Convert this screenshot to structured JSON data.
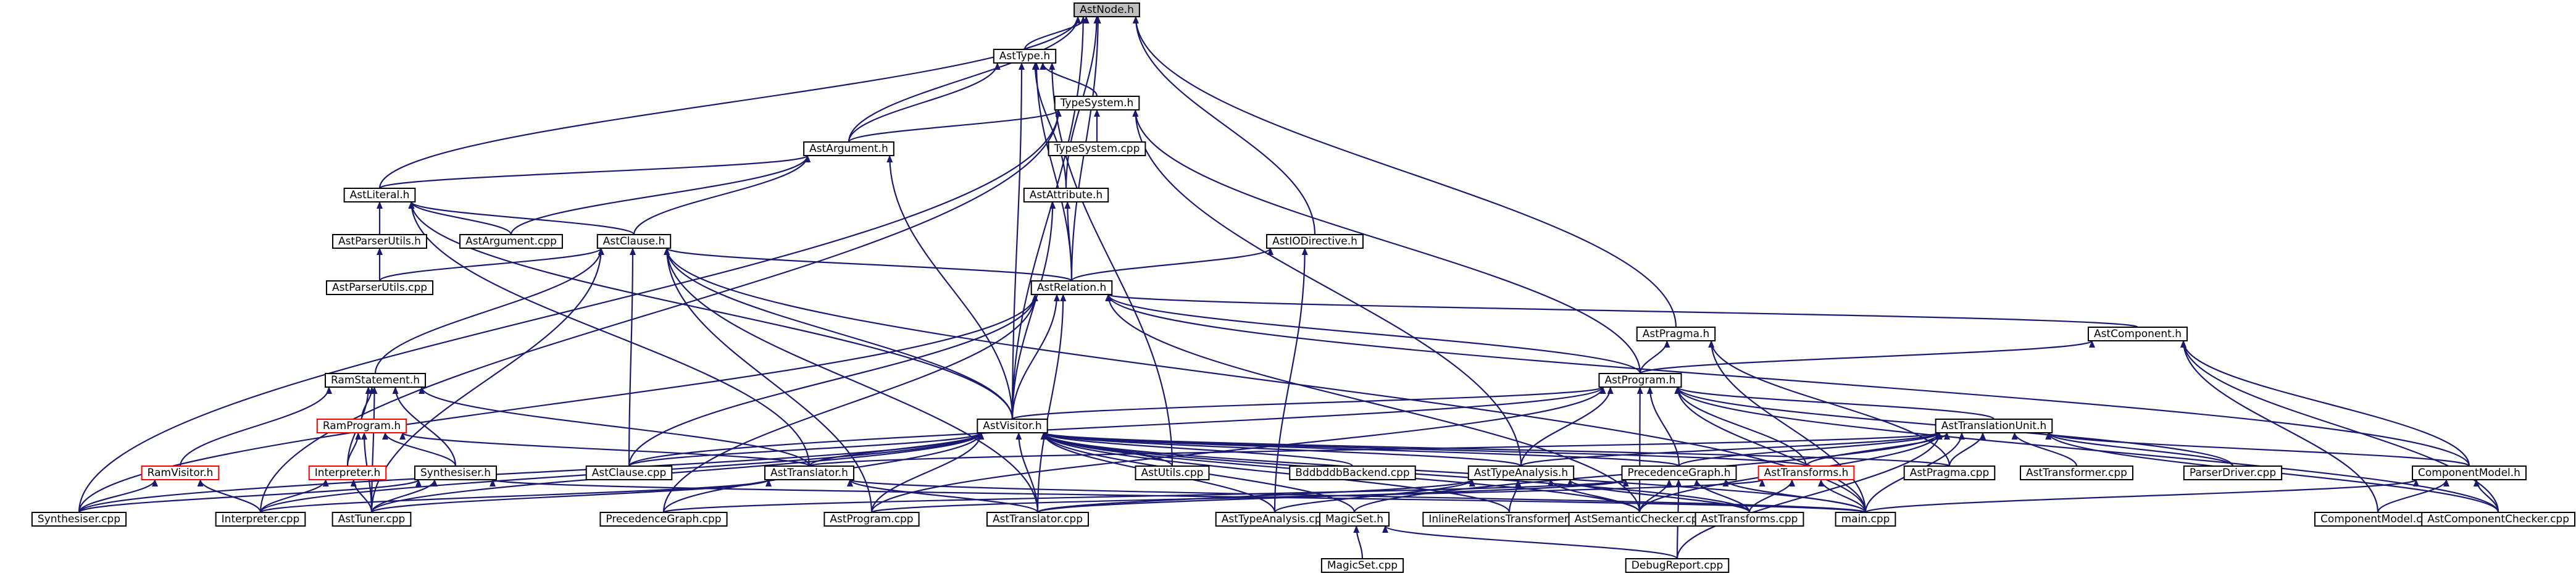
{
  "graph": {
    "nodes": [
      {
        "id": "AstNode",
        "label": "AstNode.h",
        "root": true
      },
      {
        "id": "AstType",
        "label": "AstType.h"
      },
      {
        "id": "TypeSystem",
        "label": "TypeSystem.h"
      },
      {
        "id": "TypeSystemCpp",
        "label": "TypeSystem.cpp"
      },
      {
        "id": "AstArgument",
        "label": "AstArgument.h"
      },
      {
        "id": "AstLiteral",
        "label": "AstLiteral.h"
      },
      {
        "id": "AstArgumentCpp",
        "label": "AstArgument.cpp"
      },
      {
        "id": "AstParserUtils",
        "label": "AstParserUtils.h"
      },
      {
        "id": "AstParserUtilsCpp",
        "label": "AstParserUtils.cpp"
      },
      {
        "id": "AstClause",
        "label": "AstClause.h"
      },
      {
        "id": "AstAttribute",
        "label": "AstAttribute.h"
      },
      {
        "id": "AstIODirective",
        "label": "AstIODirective.h"
      },
      {
        "id": "AstRelation",
        "label": "AstRelation.h"
      },
      {
        "id": "AstPragma",
        "label": "AstPragma.h"
      },
      {
        "id": "AstComponent",
        "label": "AstComponent.h"
      },
      {
        "id": "AstProgram",
        "label": "AstProgram.h"
      },
      {
        "id": "RamStatement",
        "label": "RamStatement.h"
      },
      {
        "id": "RamProgram",
        "label": "RamProgram.h",
        "red": true
      },
      {
        "id": "AstVisitor",
        "label": "AstVisitor.h"
      },
      {
        "id": "AstTranslationUnit",
        "label": "AstTranslationUnit.h"
      },
      {
        "id": "RamVisitor",
        "label": "RamVisitor.h",
        "red": true
      },
      {
        "id": "Interpreter",
        "label": "Interpreter.h",
        "red": true
      },
      {
        "id": "Synthesiser",
        "label": "Synthesiser.h"
      },
      {
        "id": "AstClauseCpp",
        "label": "AstClause.cpp"
      },
      {
        "id": "AstTranslator",
        "label": "AstTranslator.h"
      },
      {
        "id": "AstUtilsCpp",
        "label": "AstUtils.cpp"
      },
      {
        "id": "BddbddbBackend",
        "label": "BddbddbBackend.cpp"
      },
      {
        "id": "AstTypeAnalysis",
        "label": "AstTypeAnalysis.h"
      },
      {
        "id": "PrecedenceGraph",
        "label": "PrecedenceGraph.h"
      },
      {
        "id": "AstTransforms",
        "label": "AstTransforms.h",
        "red": true
      },
      {
        "id": "AstPragmaCpp",
        "label": "AstPragma.cpp"
      },
      {
        "id": "AstTransformerCpp",
        "label": "AstTransformer.cpp"
      },
      {
        "id": "ParserDriverCpp",
        "label": "ParserDriver.cpp"
      },
      {
        "id": "ComponentModel",
        "label": "ComponentModel.h"
      },
      {
        "id": "SynthesiserCpp",
        "label": "Synthesiser.cpp"
      },
      {
        "id": "InterpreterCpp",
        "label": "Interpreter.cpp"
      },
      {
        "id": "AstTunerCpp",
        "label": "AstTuner.cpp"
      },
      {
        "id": "PrecedenceGraphCpp",
        "label": "PrecedenceGraph.cpp"
      },
      {
        "id": "AstProgramCpp",
        "label": "AstProgram.cpp"
      },
      {
        "id": "AstTranslatorCpp",
        "label": "AstTranslator.cpp"
      },
      {
        "id": "AstTypeAnalysisCpp",
        "label": "AstTypeAnalysis.cpp"
      },
      {
        "id": "MagicSet",
        "label": "MagicSet.h"
      },
      {
        "id": "InlineRelationsTransformer",
        "label": "InlineRelationsTransformer.cpp"
      },
      {
        "id": "AstSemanticCheckerCpp",
        "label": "AstSemanticChecker.cpp"
      },
      {
        "id": "AstTransformsCpp",
        "label": "AstTransforms.cpp"
      },
      {
        "id": "MainCpp",
        "label": "main.cpp"
      },
      {
        "id": "ComponentModelCpp",
        "label": "ComponentModel.cpp"
      },
      {
        "id": "AstComponentCheckerCpp",
        "label": "AstComponentChecker.cpp"
      },
      {
        "id": "MagicSetCpp",
        "label": "MagicSet.cpp"
      },
      {
        "id": "DebugReportCpp",
        "label": "DebugReport.cpp"
      }
    ],
    "edges": [
      [
        "AstNode",
        "AstType"
      ],
      [
        "AstNode",
        "AstArgument"
      ],
      [
        "AstNode",
        "AstLiteral"
      ],
      [
        "AstNode",
        "AstAttribute"
      ],
      [
        "AstNode",
        "AstRelation"
      ],
      [
        "AstNode",
        "AstIODirective"
      ],
      [
        "AstNode",
        "AstPragma"
      ],
      [
        "AstNode",
        "AstVisitor"
      ],
      [
        "AstType",
        "TypeSystem"
      ],
      [
        "AstType",
        "AstArgument"
      ],
      [
        "AstType",
        "AstAttribute"
      ],
      [
        "AstType",
        "AstRelation"
      ],
      [
        "AstType",
        "AstVisitor"
      ],
      [
        "AstType",
        "AstUtilsCpp"
      ],
      [
        "TypeSystem",
        "TypeSystemCpp"
      ],
      [
        "TypeSystem",
        "AstArgument"
      ],
      [
        "TypeSystem",
        "AstProgram"
      ],
      [
        "TypeSystem",
        "AstTypeAnalysis"
      ],
      [
        "TypeSystem",
        "SynthesiserCpp"
      ],
      [
        "TypeSystem",
        "InterpreterCpp"
      ],
      [
        "AstArgument",
        "AstLiteral"
      ],
      [
        "AstArgument",
        "AstArgumentCpp"
      ],
      [
        "AstArgument",
        "AstClause"
      ],
      [
        "AstArgument",
        "AstVisitor"
      ],
      [
        "AstLiteral",
        "AstArgumentCpp"
      ],
      [
        "AstLiteral",
        "AstParserUtils"
      ],
      [
        "AstLiteral",
        "AstClause"
      ],
      [
        "AstLiteral",
        "AstVisitor"
      ],
      [
        "AstLiteral",
        "AstTranslator"
      ],
      [
        "AstParserUtils",
        "AstParserUtilsCpp"
      ],
      [
        "AstClause",
        "AstParserUtilsCpp"
      ],
      [
        "AstClause",
        "AstRelation"
      ],
      [
        "AstClause",
        "RamStatement"
      ],
      [
        "AstClause",
        "AstVisitor"
      ],
      [
        "AstClause",
        "AstClauseCpp"
      ],
      [
        "AstClause",
        "AstTranslatorCpp"
      ],
      [
        "AstClause",
        "MainCpp"
      ],
      [
        "AstClause",
        "AstTunerCpp"
      ],
      [
        "AstClause",
        "AstProgramCpp"
      ],
      [
        "AstAttribute",
        "AstRelation"
      ],
      [
        "AstAttribute",
        "AstVisitor"
      ],
      [
        "AstIODirective",
        "AstRelation"
      ],
      [
        "AstIODirective",
        "AstTypeAnalysisCpp"
      ],
      [
        "AstRelation",
        "AstProgram"
      ],
      [
        "AstRelation",
        "AstComponent"
      ],
      [
        "AstRelation",
        "AstVisitor"
      ],
      [
        "AstRelation",
        "AstClauseCpp"
      ],
      [
        "AstRelation",
        "AstTranslatorCpp"
      ],
      [
        "AstRelation",
        "SynthesiserCpp"
      ],
      [
        "AstRelation",
        "ComponentModel"
      ],
      [
        "AstRelation",
        "AstSemanticCheckerCpp"
      ],
      [
        "AstRelation",
        "PrecedenceGraphCpp"
      ],
      [
        "AstPragma",
        "AstProgram"
      ],
      [
        "AstPragma",
        "AstPragmaCpp"
      ],
      [
        "AstPragma",
        "MainCpp"
      ],
      [
        "AstComponent",
        "AstProgram"
      ],
      [
        "AstComponent",
        "ComponentModel"
      ],
      [
        "AstComponent",
        "ComponentModelCpp"
      ],
      [
        "AstComponent",
        "AstComponentCheckerCpp"
      ],
      [
        "AstProgram",
        "AstVisitor"
      ],
      [
        "AstProgram",
        "AstTranslationUnit"
      ],
      [
        "AstProgram",
        "PrecedenceGraph"
      ],
      [
        "AstProgram",
        "AstTypeAnalysis"
      ],
      [
        "AstProgram",
        "AstTransforms"
      ],
      [
        "AstProgram",
        "ParserDriverCpp"
      ],
      [
        "AstProgram",
        "AstProgramCpp"
      ],
      [
        "AstProgram",
        "AstSemanticCheckerCpp"
      ],
      [
        "AstProgram",
        "MainCpp"
      ],
      [
        "AstProgram",
        "AstComponentCheckerCpp"
      ],
      [
        "AstProgram",
        "AstClauseCpp"
      ],
      [
        "RamStatement",
        "RamProgram"
      ],
      [
        "RamStatement",
        "RamVisitor"
      ],
      [
        "RamStatement",
        "Interpreter"
      ],
      [
        "RamStatement",
        "Synthesiser"
      ],
      [
        "RamStatement",
        "AstTranslator"
      ],
      [
        "RamStatement",
        "AstTunerCpp"
      ],
      [
        "RamProgram",
        "Interpreter"
      ],
      [
        "RamProgram",
        "Synthesiser"
      ],
      [
        "RamProgram",
        "AstTunerCpp"
      ],
      [
        "RamProgram",
        "AstTranslator"
      ],
      [
        "RamVisitor",
        "SynthesiserCpp"
      ],
      [
        "RamVisitor",
        "InterpreterCpp"
      ],
      [
        "Interpreter",
        "InterpreterCpp"
      ],
      [
        "Interpreter",
        "AstTunerCpp"
      ],
      [
        "Synthesiser",
        "SynthesiserCpp"
      ],
      [
        "Synthesiser",
        "AstTunerCpp"
      ],
      [
        "Synthesiser",
        "MainCpp"
      ],
      [
        "AstVisitor",
        "AstClauseCpp"
      ],
      [
        "AstVisitor",
        "AstUtilsCpp"
      ],
      [
        "AstVisitor",
        "BddbddbBackend"
      ],
      [
        "AstVisitor",
        "AstTranslator"
      ],
      [
        "AstVisitor",
        "AstTypeAnalysis"
      ],
      [
        "AstVisitor",
        "PrecedenceGraph"
      ],
      [
        "AstVisitor",
        "AstTransforms"
      ],
      [
        "AstVisitor",
        "AstPragmaCpp"
      ],
      [
        "AstVisitor",
        "SynthesiserCpp"
      ],
      [
        "AstVisitor",
        "InterpreterCpp"
      ],
      [
        "AstVisitor",
        "AstTunerCpp"
      ],
      [
        "AstVisitor",
        "PrecedenceGraphCpp"
      ],
      [
        "AstVisitor",
        "AstProgramCpp"
      ],
      [
        "AstVisitor",
        "AstTranslatorCpp"
      ],
      [
        "AstVisitor",
        "AstTypeAnalysisCpp"
      ],
      [
        "AstVisitor",
        "MagicSet"
      ],
      [
        "AstVisitor",
        "InlineRelationsTransformer"
      ],
      [
        "AstVisitor",
        "AstSemanticCheckerCpp"
      ],
      [
        "AstVisitor",
        "AstTransformsCpp"
      ],
      [
        "AstVisitor",
        "MainCpp"
      ],
      [
        "AstTranslationUnit",
        "AstTypeAnalysis"
      ],
      [
        "AstTranslationUnit",
        "PrecedenceGraph"
      ],
      [
        "AstTranslationUnit",
        "AstTransforms"
      ],
      [
        "AstTranslationUnit",
        "AstTransformerCpp"
      ],
      [
        "AstTranslationUnit",
        "ParserDriverCpp"
      ],
      [
        "AstTranslationUnit",
        "ComponentModel"
      ],
      [
        "AstTranslationUnit",
        "AstTranslator"
      ],
      [
        "AstTranslationUnit",
        "AstPragmaCpp"
      ],
      [
        "AstTranslationUnit",
        "MainCpp"
      ],
      [
        "AstTranslationUnit",
        "AstComponentCheckerCpp"
      ],
      [
        "AstTranslationUnit",
        "AstSemanticCheckerCpp"
      ],
      [
        "AstTranslationUnit",
        "MagicSet"
      ],
      [
        "AstTranslationUnit",
        "DebugReportCpp"
      ],
      [
        "AstTranslator",
        "AstTranslatorCpp"
      ],
      [
        "AstTranslator",
        "AstTunerCpp"
      ],
      [
        "AstTranslator",
        "MainCpp"
      ],
      [
        "AstTranslator",
        "InterpreterCpp"
      ],
      [
        "AstTypeAnalysis",
        "AstTypeAnalysisCpp"
      ],
      [
        "AstTypeAnalysis",
        "AstSemanticCheckerCpp"
      ],
      [
        "AstTypeAnalysis",
        "AstTranslatorCpp"
      ],
      [
        "AstTypeAnalysis",
        "AstTransformsCpp"
      ],
      [
        "AstTypeAnalysis",
        "InlineRelationsTransformer"
      ],
      [
        "PrecedenceGraph",
        "PrecedenceGraphCpp"
      ],
      [
        "PrecedenceGraph",
        "AstSemanticCheckerCpp"
      ],
      [
        "PrecedenceGraph",
        "AstTranslatorCpp"
      ],
      [
        "PrecedenceGraph",
        "AstTransformsCpp"
      ],
      [
        "PrecedenceGraph",
        "DebugReportCpp"
      ],
      [
        "PrecedenceGraph",
        "MainCpp"
      ],
      [
        "AstTransforms",
        "AstTransformsCpp"
      ],
      [
        "AstTransforms",
        "MainCpp"
      ],
      [
        "AstTransforms",
        "AstProgramCpp"
      ],
      [
        "ComponentModel",
        "ComponentModelCpp"
      ],
      [
        "ComponentModel",
        "AstComponentCheckerCpp"
      ],
      [
        "ComponentModel",
        "MainCpp"
      ],
      [
        "MagicSet",
        "MagicSetCpp"
      ],
      [
        "MagicSet",
        "DebugReportCpp"
      ]
    ]
  }
}
